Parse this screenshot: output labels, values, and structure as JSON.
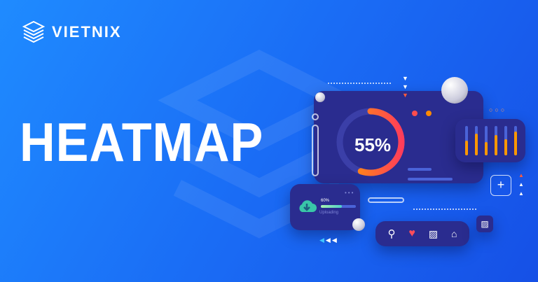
{
  "brand": {
    "name": "VIETNIX"
  },
  "headline": "HEATMAP",
  "dashboard": {
    "donut_value": "55%",
    "donut_fraction": 0.55,
    "upload": {
      "percent": "60%",
      "fraction": 0.6,
      "label": "Uploading"
    },
    "bar_levels": [
      0.5,
      0.75,
      0.45,
      0.7,
      0.55,
      0.8
    ],
    "icons": [
      "search-icon",
      "heart-icon",
      "image-icon",
      "home-icon"
    ]
  },
  "colors": {
    "background": "#1a6cf5",
    "card": "#2a2c8f",
    "accent_orange": "#ff8a00",
    "accent_red": "#ff4d4d"
  }
}
